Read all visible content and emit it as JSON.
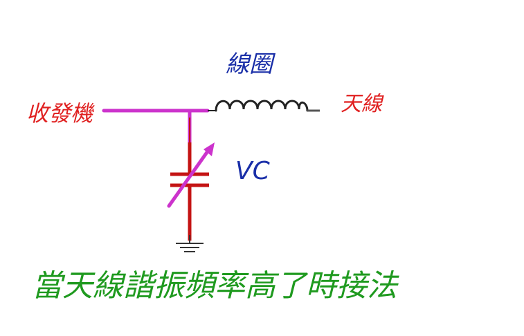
{
  "labels": {
    "coil": "線圈",
    "transceiver": "收發機",
    "antenna": "天線",
    "vc": "VC",
    "caption": "當天線諧振頻率高了時接法"
  },
  "colors": {
    "coil_label": "#1a2fa8",
    "transceiver_label": "#e02020",
    "antenna_label": "#e02020",
    "vc_label": "#1a2fa8",
    "caption": "#1f9a1f",
    "wire_magenta": "#cc33cc",
    "wire_red": "#c41414",
    "coil_stroke": "#222222",
    "ground": "#333333"
  }
}
